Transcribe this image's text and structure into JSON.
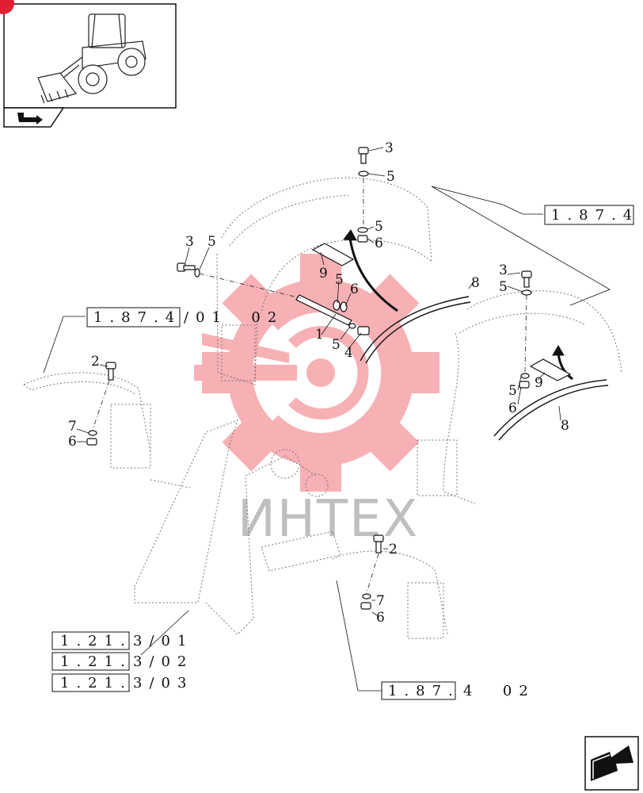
{
  "watermark": {
    "text": "ИНТЕХ",
    "gear_color": "#f6a3a8",
    "text_color": "#b5b5b5"
  },
  "callouts": {
    "c1": "1",
    "c2a": "2",
    "c2b": "2",
    "c3a": "3",
    "c3b": "3",
    "c3c": "3",
    "c4": "4",
    "c5a": "5",
    "c5b": "5",
    "c5c": "5",
    "c5d": "5",
    "c5e": "5",
    "c5f": "5",
    "c5g": "5",
    "c6a": "6",
    "c6b": "6",
    "c6c": "6",
    "c6d": "6",
    "c6e": "6",
    "c7a": "7",
    "c7b": "7",
    "c8a": "8",
    "c8b": "8",
    "c9a": "9",
    "c9b": "9"
  },
  "references": {
    "r1": {
      "boxed": "1.87.4",
      "suffix": ""
    },
    "r2": {
      "boxed": "1.87.4",
      "suffix": "/01  02"
    },
    "r3": {
      "boxed": "1.21.",
      "suffix": "3/01"
    },
    "r4": {
      "boxed": "1.21.",
      "suffix": "3/02"
    },
    "r5": {
      "boxed": "1.21.",
      "suffix": "3/03"
    },
    "r6": {
      "boxed": "1.87.",
      "suffix": "4  02"
    }
  }
}
